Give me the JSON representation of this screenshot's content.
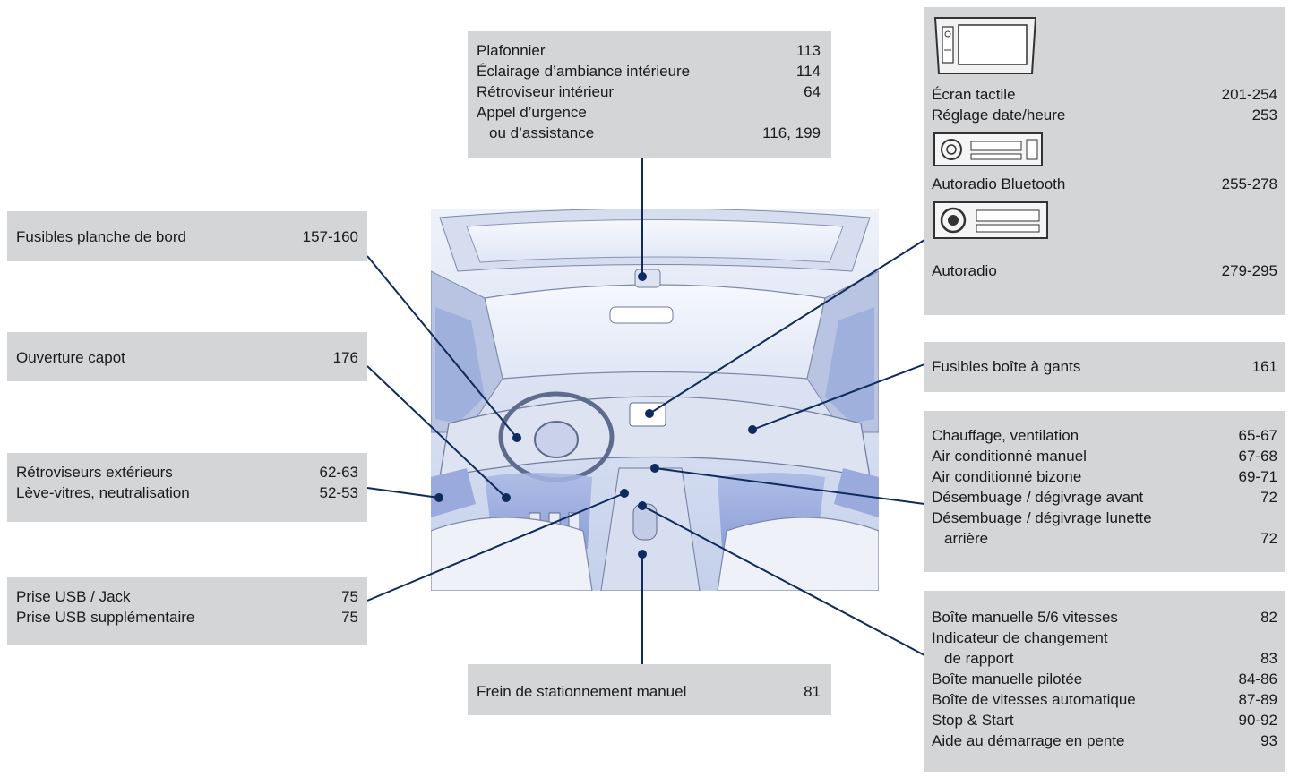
{
  "colors": {
    "box_bg": "#d4d5d7",
    "line": "#0f2a5c",
    "interior_tint": "#c8d4ec"
  },
  "top_box": {
    "rows": [
      {
        "label": "Plafonnier",
        "page": "113"
      },
      {
        "label": "Éclairage d’ambiance intérieure",
        "page": "114"
      },
      {
        "label": "Rétroviseur intérieur",
        "page": "64"
      },
      {
        "label": "Appel d’urgence",
        "page": ""
      },
      {
        "label": "ou d’assistance",
        "page": "116, 199"
      }
    ]
  },
  "left_fuses": {
    "label": "Fusibles planche de bord",
    "page": "157-160"
  },
  "left_bonnet": {
    "label": "Ouverture capot",
    "page": "176"
  },
  "left_mirrors": {
    "rows": [
      {
        "label": "Rétroviseurs extérieurs",
        "page": "62-63"
      },
      {
        "label": "Lève-vitres, neutralisation",
        "page": "52-53"
      }
    ]
  },
  "left_usb": {
    "rows": [
      {
        "label": "Prise USB / Jack",
        "page": "75"
      },
      {
        "label": "Prise USB supplémentaire",
        "page": "75"
      }
    ]
  },
  "bottom_brake": {
    "label": "Frein de stationnement manuel",
    "page": "81"
  },
  "right_audio": {
    "touchscreen": {
      "label": "Écran tactile",
      "page": "201-254",
      "icon": "touchscreen-icon"
    },
    "datetime": {
      "label": "Réglage date/heure",
      "page": "253"
    },
    "bluetooth": {
      "label": "Autoradio Bluetooth",
      "page": "255-278",
      "icon": "radio-bluetooth-icon"
    },
    "radio": {
      "label": "Autoradio",
      "page": "279-295",
      "icon": "radio-icon"
    }
  },
  "right_glovebox": {
    "label": "Fusibles boîte à gants",
    "page": "161"
  },
  "right_climate": {
    "rows": [
      {
        "label": "Chauffage, ventilation",
        "page": "65-67"
      },
      {
        "label": "Air conditionné manuel",
        "page": "67-68"
      },
      {
        "label": "Air conditionné bizone",
        "page": "69-71"
      },
      {
        "label": "Désembuage / dégivrage avant",
        "page": "72"
      },
      {
        "label": "Désembuage / dégivrage lunette",
        "page": ""
      },
      {
        "label": "arrière",
        "page": "72"
      }
    ]
  },
  "right_gearbox": {
    "rows": [
      {
        "label": "Boîte manuelle 5/6 vitesses",
        "page": "82"
      },
      {
        "label": "Indicateur de changement",
        "page": ""
      },
      {
        "label": "de rapport",
        "page": "83"
      },
      {
        "label": "Boîte manuelle pilotée",
        "page": "84-86"
      },
      {
        "label": "Boîte de vitesses automatique",
        "page": "87-89"
      },
      {
        "label": "Stop & Start",
        "page": "90-92"
      },
      {
        "label": "Aide au démarrage en pente",
        "page": "93"
      }
    ]
  }
}
